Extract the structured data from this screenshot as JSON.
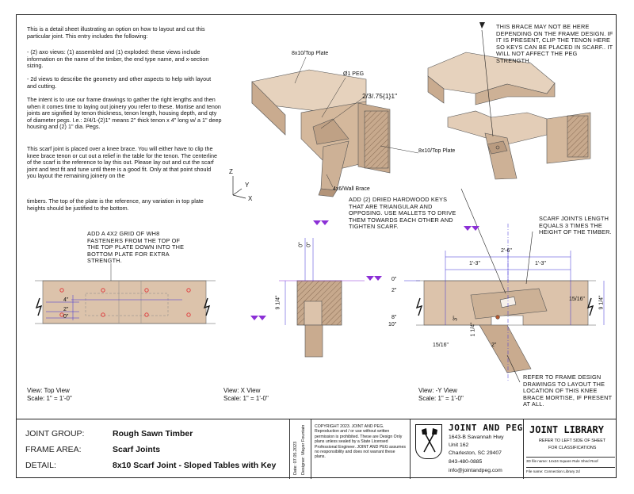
{
  "intro": {
    "p1": "This is a detail sheet illustrating an option on how to layout and cut this particular joint. This entry includes the following:",
    "p2": "- (2) axo views: (1) assembled and (1) exploded: these views include information on the name of the timber, the end type name, and x-section sizing.",
    "p3": "- 2d views to describe the geometry and other aspects to help with layout and cutting.",
    "p4": "The intent is to use our frame drawings to gather the right lengths and then when it comes time to laying out joinery you refer to these. Mortise and tenon joints are signified by tenon thickness, tenon length, housing depth, and qty of diameter pegs. I.e.: 2/4/1-(2)1\" means 2\" thick tenon x 4\" long w/ a 1\" deep housing and (2) 1\" dia. Pegs.",
    "p5": "This scarf joint is placed over a knee brace. You will either have to clip the knee brace tenon or cut out a relief in the table for the tenon. The centerline of the scarf is the reference to lay this out. Please lay out and cut the scarf joint and test fit and tune until there is a good fit. Only at that point should you layout the remaining joinery on the",
    "p6": "timbers. The top of the plate is the reference, any variation in top plate heights should be justified to the bottom."
  },
  "axo": {
    "top_plate_a": "8x10/Top Plate",
    "peg": "Ø1 PEG",
    "tenon": "2/3/.75{1}1\"",
    "top_plate_b": "8x10/Top Plate",
    "brace": "4x6/Wall Brace",
    "axis_z": "Z",
    "axis_y": "Y",
    "axis_x": "X"
  },
  "notes": {
    "brace": "THIS BRACE MAY NOT BE HERE DEPENDING ON THE FRAME DESIGN. IF IT IS PRESENT, CLIP THE TENON HERE SO KEYS CAN BE PLACED IN SCARF.. IT WILL NOT AFFECT THE PEG STRENGTH.",
    "keys": "ADD (2) DRIED HARDWOOD KEYS THAT ARE TRIANGULAR AND OPPOSING. USE MALLETS TO DRIVE THEM TOWARDS EACH OTHER AND TIGHTEN SCARF.",
    "scarf": "SCARF JOINTS LENGTH EQUALS 3 TIMES THE HEIGHT OF THE TIMBER.",
    "fasteners": "ADD A 4X2 GRID OF Wh8 FASTENERS FROM THE TOP OF THE TOP PLATE DOWN INTO THE BOTTOM PLATE FOR EXTRA STRENGTH.",
    "refer": "REFER TO FRAME DESIGN DRAWINGS TO LAYOUT THE LOCATION OF THIS KNEE BRACE MORTISE, IF PRESENT AT ALL."
  },
  "dims": {
    "top_4": "4\"",
    "top_2": "2\"",
    "top_0": "0\"",
    "x_0a": "0\"",
    "x_0b": "0\"",
    "x_height": "9 1/4\"",
    "y_total": "2'-6\"",
    "y_half_a": "1'-3\"",
    "y_half_b": "1'-3\"",
    "y_0": "0\"",
    "y_2": "2\"",
    "y_8": "8\"",
    "y_10": "10\"",
    "y_height": "9 1/4\"",
    "y_3": "3\"",
    "y_114": "1 1/4\"",
    "y_1516a": "15/16\"",
    "y_1516b": "15/16\"",
    "y_2b": "2\""
  },
  "views": [
    {
      "name": "View:  Top View",
      "scale": "Scale:  1\" = 1'-0\""
    },
    {
      "name": "View:  X View",
      "scale": "Scale:  1\" = 1'-0\""
    },
    {
      "name": "View:  -Y View",
      "scale": "Scale:  1\" = 1'-0\""
    }
  ],
  "title_block": {
    "group_label": "JOINT GROUP:",
    "group_value": "Rough Sawn Timber",
    "area_label": "FRAME AREA:",
    "area_value": "Scarf Joints",
    "detail_label": "DETAIL:",
    "detail_value": "8x10 Scarf Joint - Sloped Tables with Key",
    "date": "Date: 07.05.2023",
    "designer": "Designer: Mayer Fountain",
    "copyright": "COPYRIGHT 2023. JOINT AND PEG. Reproduction and / or use without written permission is prohibited. These are Design Only plans unless sealed by a State Licensed Professional Engineer. JOINT AND PEG assumes no responsibility and does not warrant these plans.",
    "company": "JOINT AND PEG",
    "addr1": "1643-B Savannah Hwy",
    "addr2": "Unit 162",
    "addr3": "Charleston, SC 29407",
    "phone": "843-480-0885",
    "email": "info@jointandpeg.com",
    "library": "JOINT LIBRARY",
    "refer1": "REFER TO LEFT SIDE OF SHEET",
    "refer2": "FOR CLASSIFICATIONS",
    "file3d": "3D file name:   14x24 Square Rule Shed Roof",
    "file": "File name:       Connection Library 2d"
  },
  "colors": {
    "wood": "#d9bfa6",
    "wood_dark": "#b99b80",
    "dim": "#3d2fd6",
    "peg": "#e04040",
    "callout": "#8b2fd6"
  }
}
